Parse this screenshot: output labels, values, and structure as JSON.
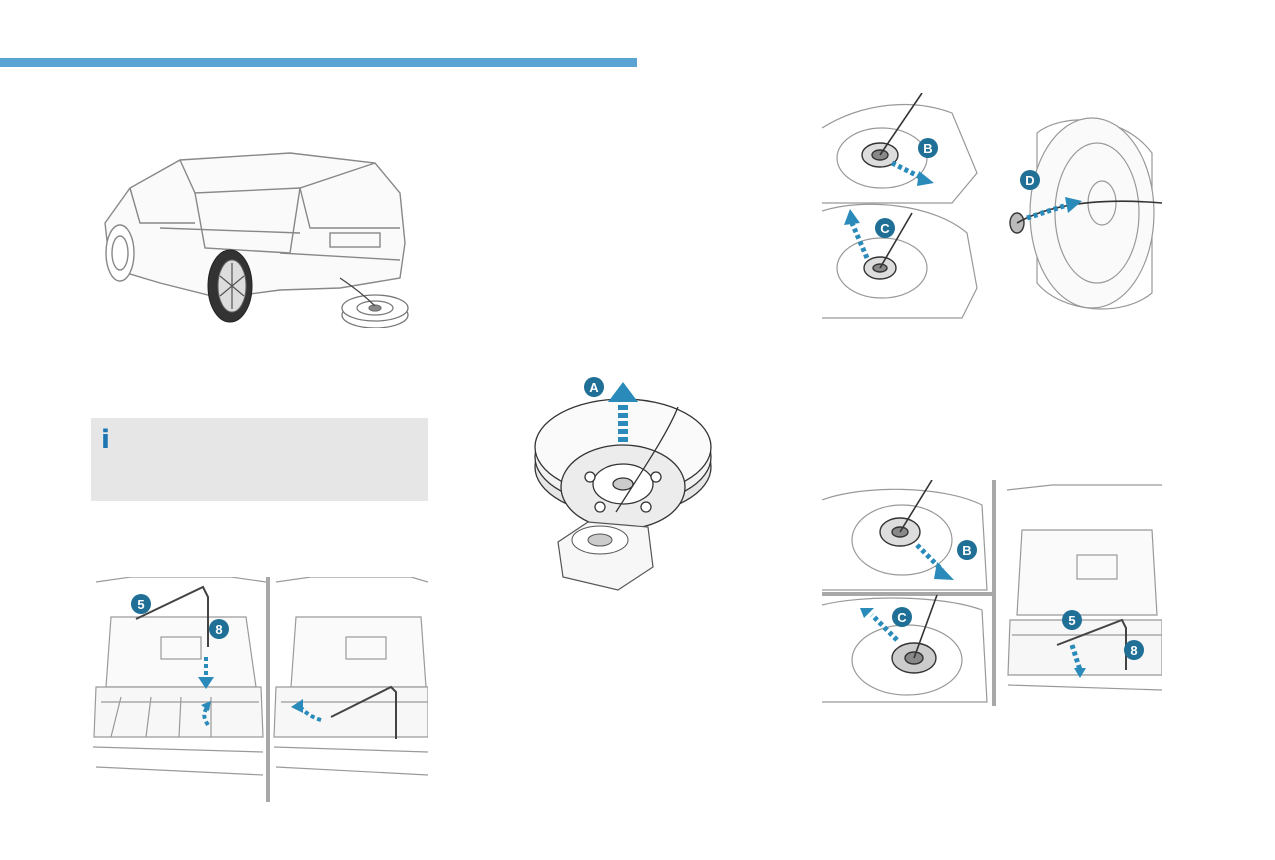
{
  "colors": {
    "accent": "#5ba3d3",
    "callout": "#1f6f96",
    "arrow": "#2a8bbb",
    "info_bg": "#e6e6e6"
  },
  "info_box": {
    "icon": "info-icon",
    "glyph": "i"
  },
  "callouts": {
    "a": "A",
    "b": "B",
    "c": "C",
    "d": "D",
    "b2": "B",
    "c2": "C",
    "five": "5",
    "eight": "8",
    "five2": "5",
    "eight2": "8"
  }
}
